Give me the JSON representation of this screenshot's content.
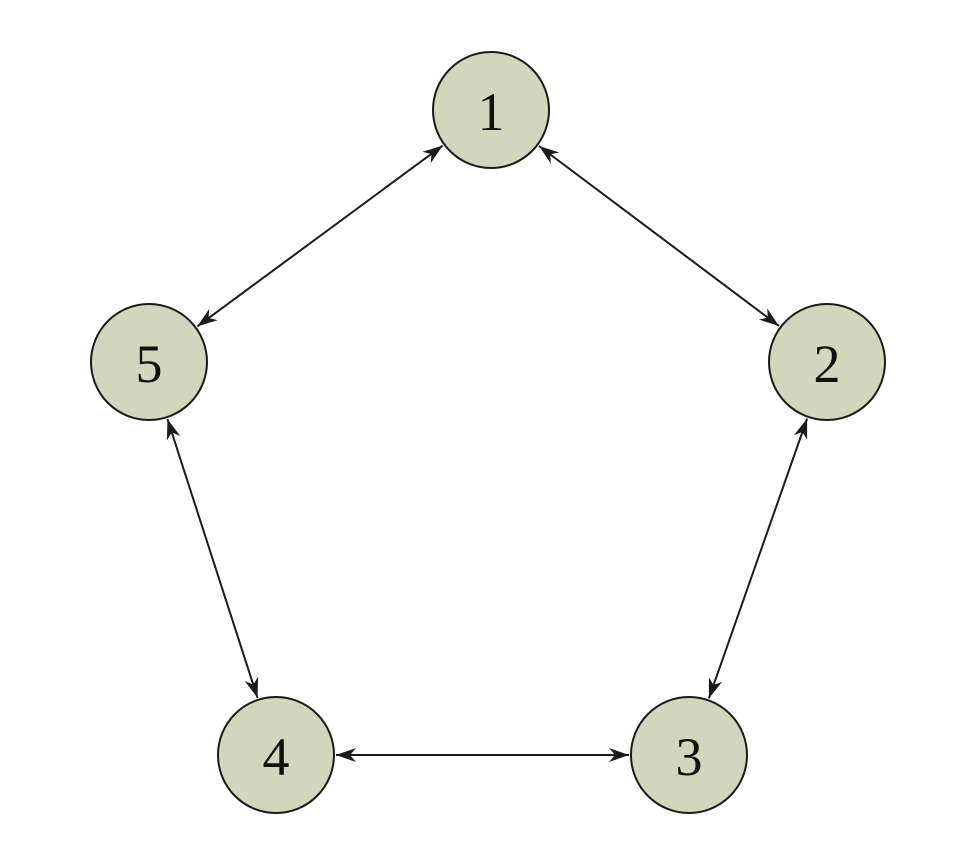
{
  "nodes": [
    {
      "id": "1",
      "label": "1"
    },
    {
      "id": "2",
      "label": "2"
    },
    {
      "id": "3",
      "label": "3"
    },
    {
      "id": "4",
      "label": "4"
    },
    {
      "id": "5",
      "label": "5"
    }
  ],
  "edges": [
    {
      "from": "1",
      "to": "2",
      "direction": "bidirectional"
    },
    {
      "from": "2",
      "to": "3",
      "direction": "bidirectional"
    },
    {
      "from": "3",
      "to": "4",
      "direction": "bidirectional"
    },
    {
      "from": "4",
      "to": "5",
      "direction": "bidirectional"
    },
    {
      "from": "5",
      "to": "1",
      "direction": "bidirectional"
    }
  ],
  "colors": {
    "node_fill": "#d2d6bd",
    "node_stroke": "#1b1b1b",
    "edge": "#1b1b1b",
    "label": "#111111",
    "background": "#ffffff"
  }
}
